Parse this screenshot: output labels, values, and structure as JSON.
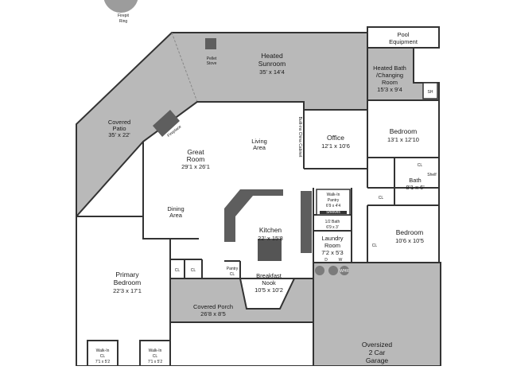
{
  "title": "",
  "rooms": {
    "firepit": {
      "name": "Firepit",
      "sub": "Ring"
    },
    "pellet": {
      "name": "Pellet",
      "sub": "Stove"
    },
    "sunroom": {
      "name": "Heated",
      "sub": "Sunroom",
      "dims": "35' x 14'4"
    },
    "pool": {
      "name": "Pool",
      "sub": "Equipment"
    },
    "bath_changing": {
      "line1": "Heated Bath",
      "line2": "/Changing",
      "line3": "Room",
      "dims": "15'3 x 9'4"
    },
    "sh": {
      "name": "SH"
    },
    "covered_patio": {
      "name": "Covered",
      "sub": "Patio",
      "dims": "35' x 22'"
    },
    "fireplace": {
      "name": "Fireplace"
    },
    "living": {
      "name": "Living",
      "sub": "Area"
    },
    "built_ins": {
      "name": "Built-ins China Cabinet"
    },
    "office": {
      "name": "Office",
      "dims": "12'1 x 10'6"
    },
    "bedroom_ne": {
      "name": "Bedroom",
      "dims": "13'1 x 12'10"
    },
    "great_room": {
      "name": "Great",
      "sub": "Room",
      "dims": "29'1 x 26'1"
    },
    "cl_upper": {
      "name": "CL"
    },
    "shelf": {
      "name": "Shelf"
    },
    "bath_small": {
      "name": "Bath",
      "dims": "8'1 x 6'"
    },
    "cl_bath": {
      "name": "CL"
    },
    "walkin_pantry": {
      "name": "Walk-In",
      "sub": "Pantry",
      "dims": "6'9 x 4'4",
      "note": "Shelves"
    },
    "dining": {
      "name": "Dining",
      "sub": "Area"
    },
    "kitchen": {
      "name": "Kitchen",
      "dims": "22' x 15'8"
    },
    "half_bath": {
      "name": "1/2 Bath",
      "dims": "6'9 x 3'"
    },
    "laundry": {
      "name": "Laundry",
      "sub": "Room",
      "dims": "7'2 x 5'3",
      "d": "D",
      "w": "W"
    },
    "bedroom_e": {
      "name": "Bedroom",
      "dims": "10'6 x 10'5"
    },
    "cl_bedroom_e": {
      "name": "CL"
    },
    "primary_bedroom": {
      "name": "Primary",
      "sub": "Bedroom",
      "dims": "22'3 x 17'1"
    },
    "cl_a": {
      "name": "CL"
    },
    "cl_b": {
      "name": "CL"
    },
    "pantry_cl": {
      "name": "Pantry",
      "sub": "CL"
    },
    "breakfast_nook": {
      "name": "Breakfast",
      "sub": "Nook",
      "dims": "10'5 x 10'2"
    },
    "whr": {
      "name": "WHR"
    },
    "covered_porch": {
      "name": "Covered Porch",
      "dims": "26'8 x 8'5"
    },
    "garage": {
      "name": "Oversized",
      "sub": "2 Car",
      "line3": "Garage"
    },
    "walkin_cl_1": {
      "name": "Walk-In",
      "sub": "CL",
      "dims": "7'1 x 5'2"
    },
    "walkin_cl_2": {
      "name": "Walk-In",
      "sub": "CL",
      "dims": "7'1 x 5'2"
    }
  },
  "colors": {
    "wall": "#333333",
    "fill_grey": "#b9b9b9",
    "fill_white": "#ffffff",
    "counter": "#5e5e5e",
    "island": "#555555"
  }
}
